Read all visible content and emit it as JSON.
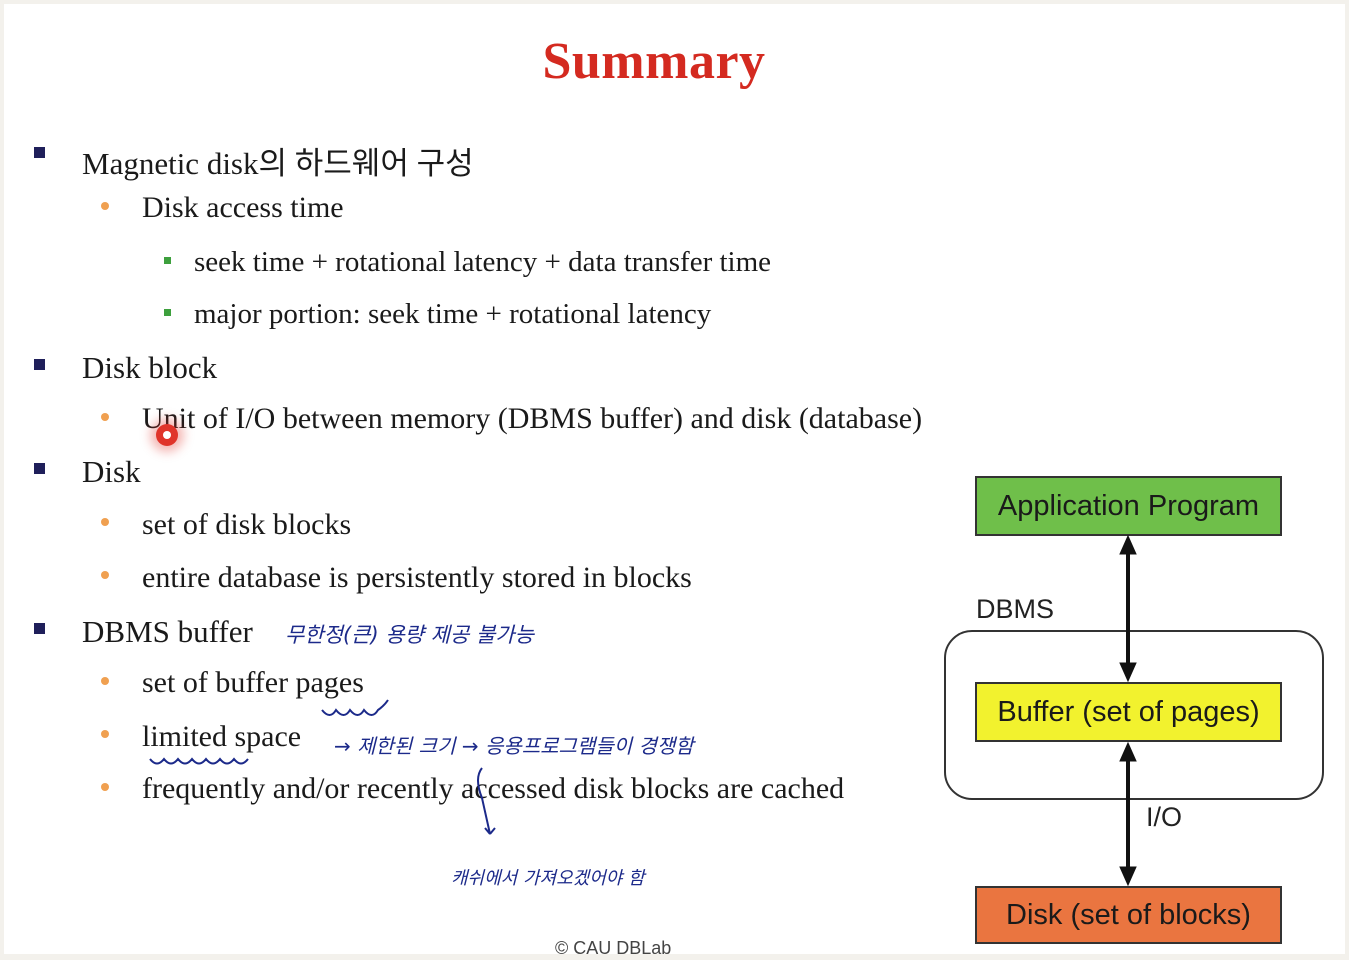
{
  "title": "Summary",
  "bullets": {
    "magnetic": "Magnetic disk의 하드웨어 구성",
    "access_time": "Disk access time",
    "seek_formula": "seek time + rotational latency + data transfer time",
    "major_portion": "major portion: seek time + rotational latency",
    "disk_block": "Disk block",
    "unit_io": "Unit of I/O between memory (DBMS buffer) and disk (database)",
    "disk": "Disk",
    "set_blocks": "set of disk blocks",
    "entire_db": "entire database is persistently stored in blocks",
    "dbms_buffer": "DBMS buffer",
    "buffer_pages": "set of buffer pages",
    "limited_space": "limited space",
    "frequently": "frequently and/or recently accessed disk blocks are cached"
  },
  "handwriting": {
    "note1": "무한정(큰) 용량  제공 불가능",
    "note2": "→ 제한된 크기 → 응용프로그램들이 경쟁함",
    "note3": "캐쉬에서 가져오겠어야 함"
  },
  "diagram": {
    "app": "Application Program",
    "dbms": "DBMS",
    "buffer": "Buffer (set of pages)",
    "io": "I/O",
    "disk": "Disk (set of blocks)",
    "colors": {
      "app": "#6fbf4a",
      "buffer": "#f2f22e",
      "disk": "#ea7540"
    }
  },
  "footer": "© CAU DBLab"
}
